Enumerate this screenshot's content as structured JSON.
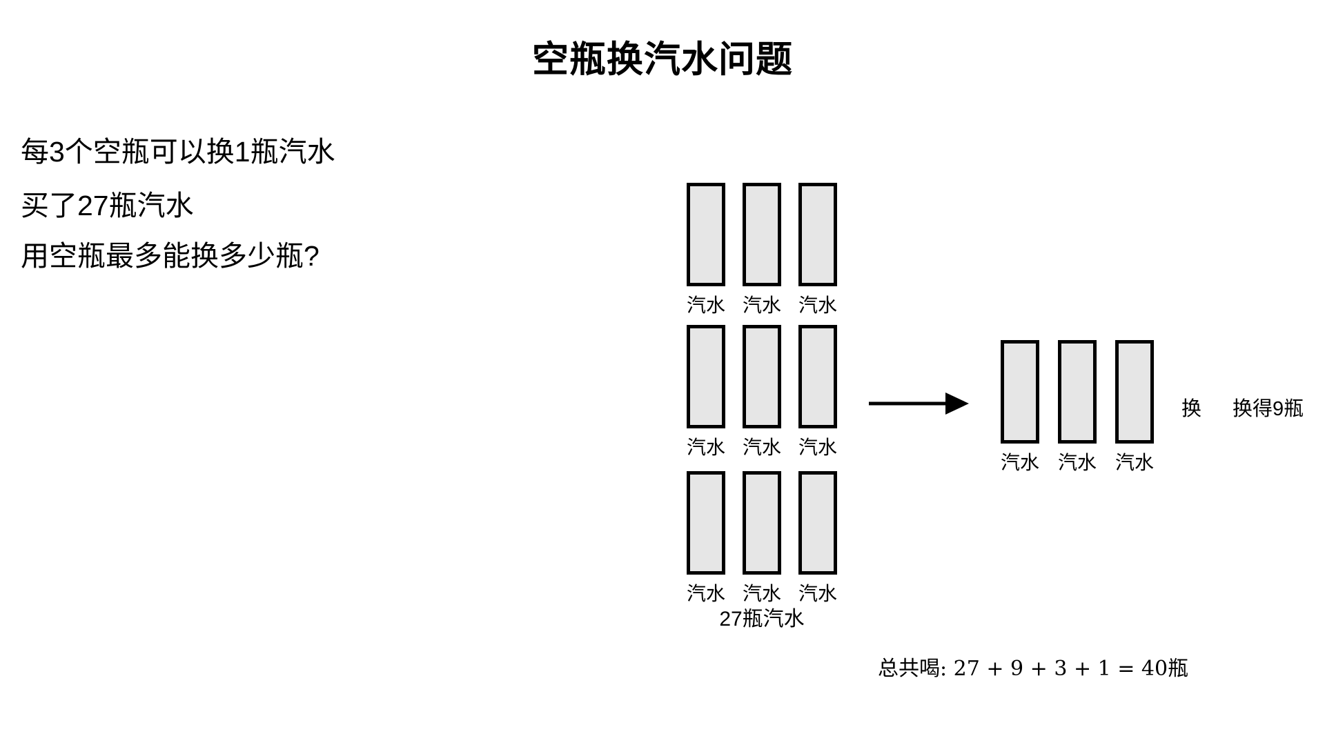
{
  "title": "空瓶换汽水问题",
  "problem": {
    "line1": "每3个空瓶可以换1瓶汽水",
    "line2": "买了27瓶汽水",
    "line3": "用空瓶最多能换多少瓶?"
  },
  "bottle": {
    "label": "汽水",
    "fill_color": "#e6e6e6",
    "border_color": "#000000"
  },
  "purchased": {
    "caption": "27瓶汽水"
  },
  "exchange": {
    "label": "换",
    "result": "换得9瓶"
  },
  "total": {
    "formula": "总共喝: 27 + 9 + 3 + 1 = 40瓶"
  }
}
